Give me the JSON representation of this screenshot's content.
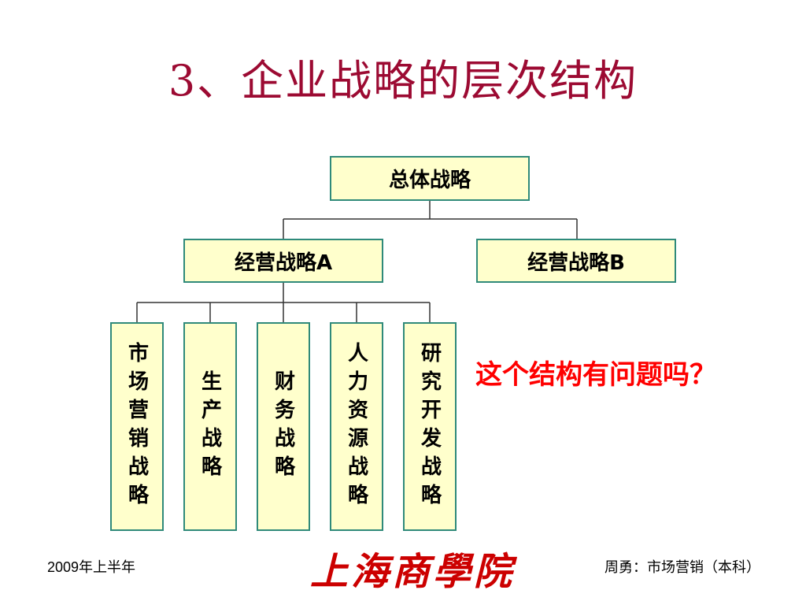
{
  "title": "3、企业战略的层次结构",
  "hierarchy": {
    "root": "总体战略",
    "business_a": "经营战略A",
    "business_b": "经营战略B",
    "functional": [
      "市场营销战略",
      "生产战略",
      "财务战略",
      "人力资源战略",
      "研究开发战略"
    ]
  },
  "question": "这个结构有问题吗？",
  "footer": {
    "date": "2009年上半年",
    "logo_text": "上海商學院",
    "author_course": "周勇：市场营销（本科）"
  },
  "colors": {
    "title": "#9c0a32",
    "box_fill": "#ffffcc",
    "box_border": "#2f8a7a",
    "question": "#ff0000",
    "logo": "#cc0000"
  }
}
